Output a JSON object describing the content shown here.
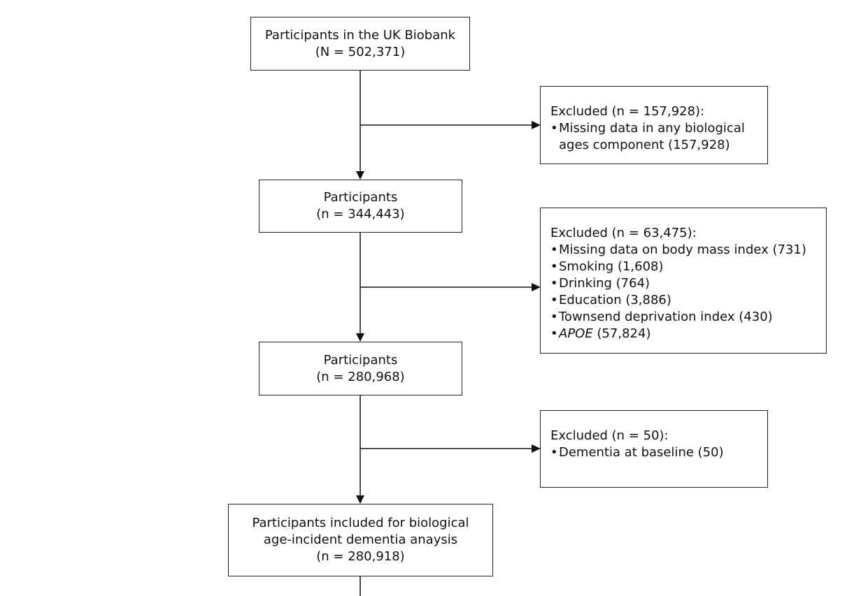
{
  "boxes": {
    "start": {
      "line1": "Participants in the UK Biobank",
      "line2": "(N = 502,371)"
    },
    "step1": {
      "line1": "Participants",
      "line2": "(n = 344,443)"
    },
    "step2": {
      "line1": "Participants",
      "line2": "(n = 280,968)"
    },
    "final": {
      "line1": "Participants included for biological",
      "line2": "age-incident dementia anaysis",
      "line3": "(n = 280,918)"
    }
  },
  "exclusions": {
    "excl1": {
      "title": "Excluded (n = 157,928):",
      "items": [
        {
          "text": "Missing data in any biological",
          "cont": "ages component (157,928)"
        }
      ]
    },
    "excl2": {
      "title": "Excluded (n = 63,475):",
      "items": [
        {
          "text": "Missing data on body mass index (731)"
        },
        {
          "text": "Smoking (1,608)"
        },
        {
          "text": "Drinking (764)"
        },
        {
          "text": "Education (3,886)"
        },
        {
          "text": "Townsend deprivation index (430)"
        },
        {
          "italic": "APOE",
          "text": " (57,824)"
        }
      ]
    },
    "excl3": {
      "title": "Excluded (n = 50):",
      "items": [
        {
          "text": "Dementia at baseline (50)"
        }
      ]
    }
  },
  "bullet": "•"
}
